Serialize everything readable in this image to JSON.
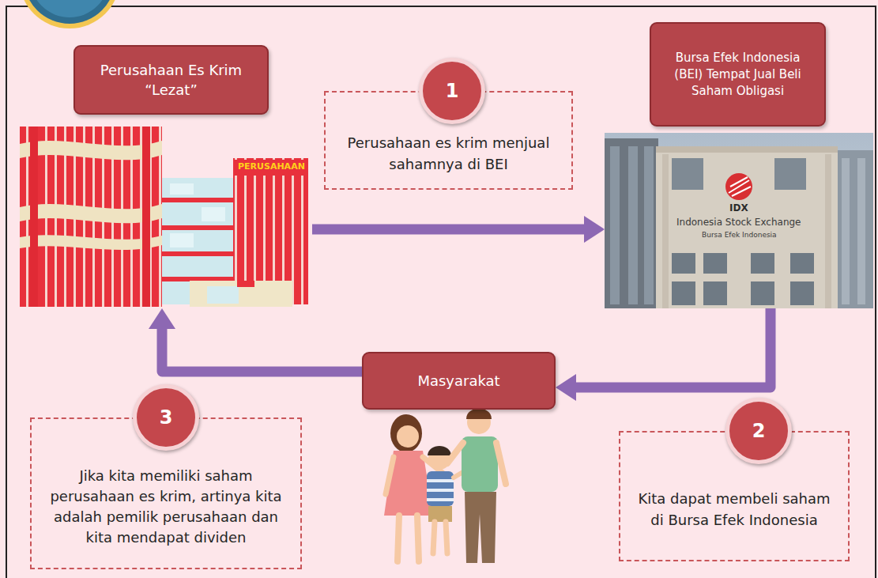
{
  "diagram": {
    "nodes": [
      {
        "text": [
          "Perusahaan Es Krim “Lezat”"
        ]
      },
      {
        "text": [
          "Perusahaan es krim menjual sahamnya di BEI"
        ]
      },
      {
        "text": [
          "1"
        ],
        "in": 1
      },
      {
        "text": [
          "Bursa Efek Indonesia (BEI) Tempat Jual Beli Saham Obligasi"
        ]
      },
      {
        "text": [
          "Masyarakat"
        ]
      },
      {
        "text": [
          "Jika kita memiliki saham perusahaan es krim, artinya kita adalah pemilik perusahaan dan kita mendapat dividen"
        ]
      },
      {
        "text": [
          "3"
        ],
        "in": 5
      },
      {
        "text": [
          "Kita dapat membeli saham di Bursa Efek Indonesia"
        ]
      },
      {
        "text": [
          "2"
        ],
        "in": 7
      }
    ],
    "edges": [
      {
        "from": 0,
        "to": 3,
        "arrow": "to"
      },
      {
        "from": 3,
        "to": 4,
        "arrow": "to"
      },
      {
        "from": 4,
        "to": 0,
        "arrow": "to"
      }
    ],
    "labels": [
      "PERUSAHAAN",
      "IDX",
      "Indonesia Stock Exchange",
      "Bursa Efek Indonesia"
    ]
  }
}
